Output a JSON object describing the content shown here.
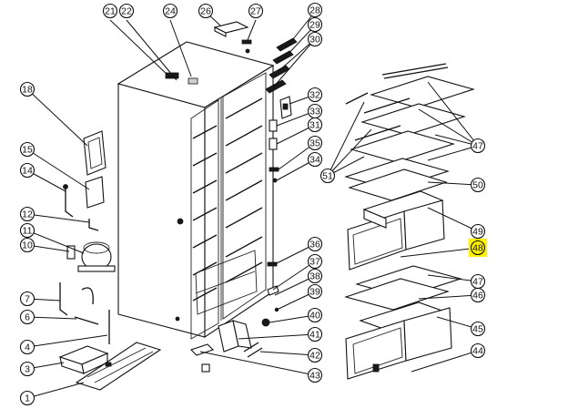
{
  "callouts": [
    {
      "label": "1",
      "cx": 0,
      "cy": 0
    },
    {
      "label": "3"
    },
    {
      "label": "4"
    },
    {
      "label": "6"
    },
    {
      "label": "7"
    },
    {
      "label": "10"
    },
    {
      "label": "11"
    },
    {
      "label": "12"
    },
    {
      "label": "14"
    },
    {
      "label": "15"
    },
    {
      "label": "18"
    },
    {
      "label": "21"
    },
    {
      "label": "22"
    },
    {
      "label": "24"
    },
    {
      "label": "26"
    },
    {
      "label": "27"
    },
    {
      "label": "28"
    },
    {
      "label": "29"
    },
    {
      "label": "30"
    },
    {
      "label": "31"
    },
    {
      "label": "32"
    },
    {
      "label": "33"
    },
    {
      "label": "34"
    },
    {
      "label": "35"
    },
    {
      "label": "36"
    },
    {
      "label": "37"
    },
    {
      "label": "38"
    },
    {
      "label": "39"
    },
    {
      "label": "40"
    },
    {
      "label": "41"
    },
    {
      "label": "42"
    },
    {
      "label": "43"
    },
    {
      "label": "44"
    },
    {
      "label": "45"
    },
    {
      "label": "46"
    },
    {
      "label": "47"
    },
    {
      "label": "47"
    },
    {
      "label": "48",
      "highlighted": true
    },
    {
      "label": "49"
    },
    {
      "label": "50"
    },
    {
      "label": "51"
    }
  ],
  "highlight_color": "#fff200"
}
